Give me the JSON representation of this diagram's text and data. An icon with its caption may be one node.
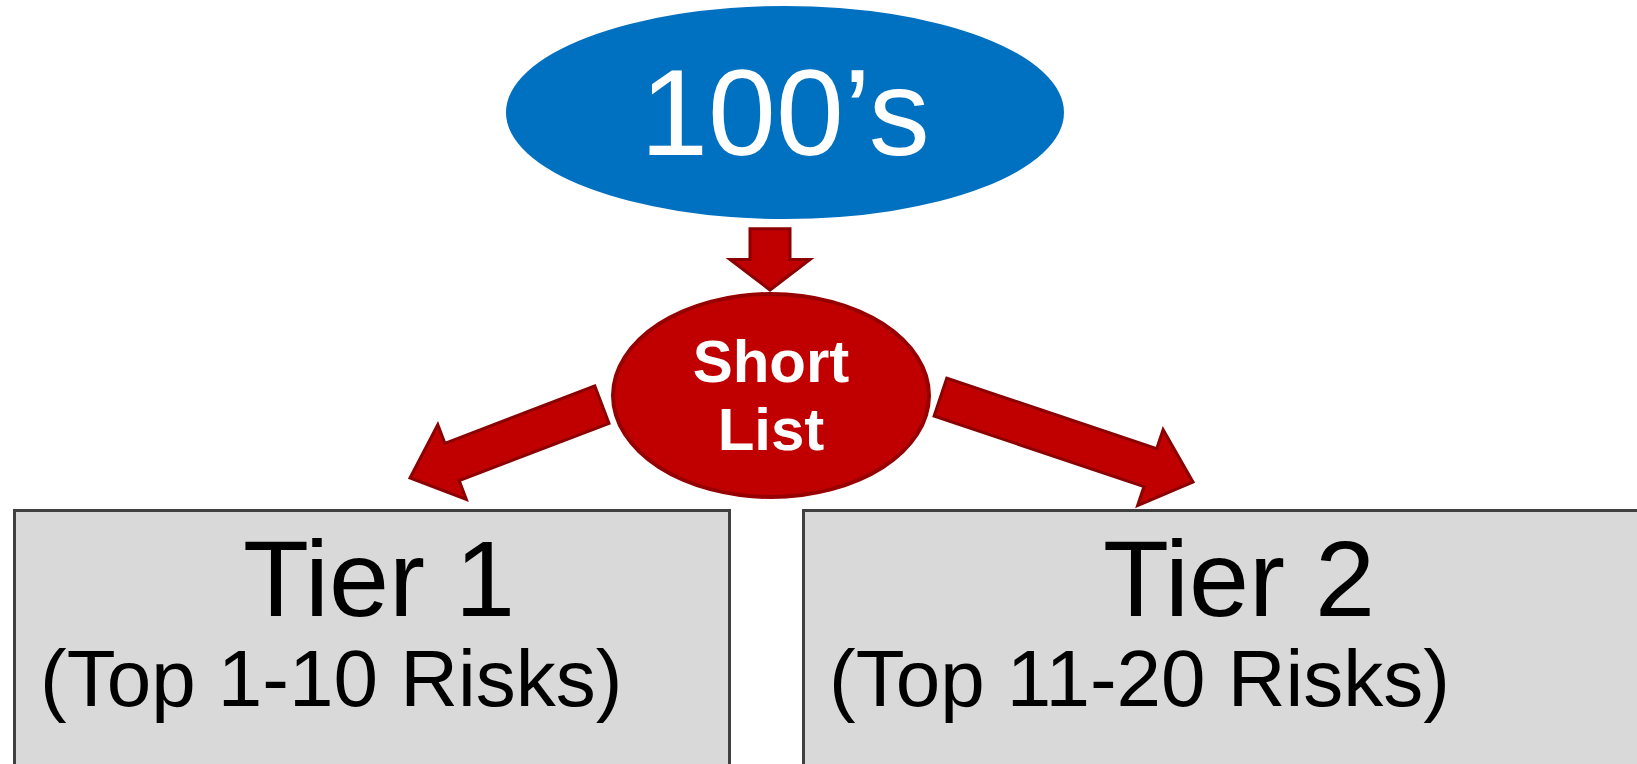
{
  "diagram": {
    "nodes": [
      {
        "text": [
          "100’s"
        ]
      },
      {
        "text": [
          "Short List"
        ]
      },
      {
        "text": [
          "Tier 1",
          "(Top 1-10 Risks)"
        ]
      },
      {
        "text": [
          "Tier 2",
          "(Top 11-20 Risks)"
        ]
      }
    ],
    "edges": [
      {
        "from": 0,
        "to": 1,
        "arrow": "to"
      },
      {
        "from": 1,
        "to": 2,
        "arrow": "to"
      },
      {
        "from": 1,
        "to": 3,
        "arrow": "to"
      }
    ]
  }
}
